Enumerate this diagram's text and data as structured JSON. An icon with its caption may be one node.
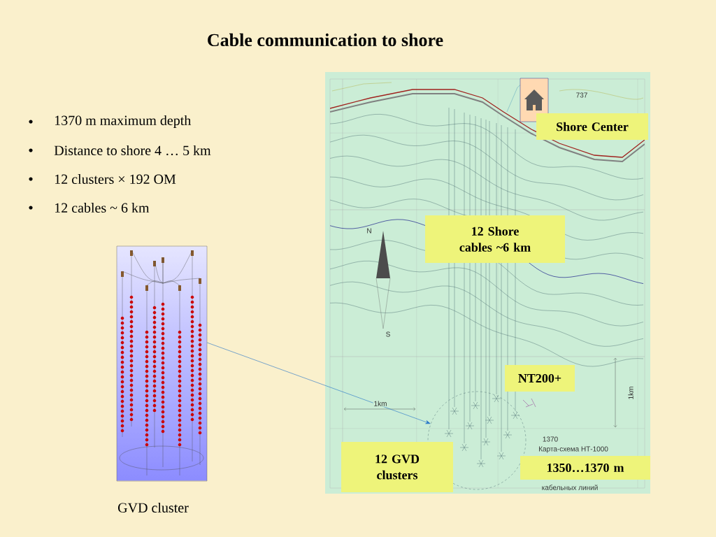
{
  "diagram": {
    "title": "Cable communication to shore",
    "nodes": [
      {
        "text": [],
        "shape": "picture",
        "beside": [
          "GVD cluster"
        ]
      },
      {
        "text": [],
        "shape": "circle"
      },
      {
        "text": [
          "Shore Center"
        ]
      },
      {
        "text": [
          "12 Shore cables ~6 km"
        ]
      },
      {
        "text": [
          "NT200+"
        ]
      },
      {
        "text": [
          "12 GVD clusters"
        ]
      },
      {
        "text": [
          "1350…1370 m"
        ]
      }
    ],
    "edges": [
      {
        "from": 0,
        "to": 1,
        "arrow": "to"
      }
    ],
    "labels": [
      "1370 m maximum depth",
      "Distance to shore 4 … 5  km",
      "12 clusters × 192 OM",
      "12 cables ~ 6 km",
      "737",
      "N",
      "S",
      "1km",
      "1km",
      "1370",
      "Карта-схема НТ-1000",
      "кабельных линий"
    ]
  }
}
